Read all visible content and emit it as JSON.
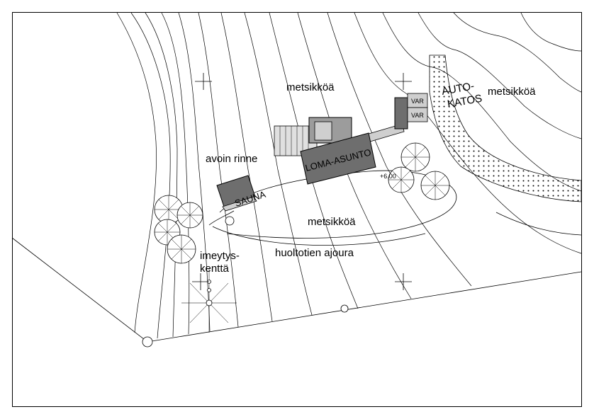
{
  "labels": {
    "forest_top": "metsikköä",
    "forest_right": "metsikköä",
    "forest_center": "metsikköä",
    "carport_line1": "AUTO-",
    "carport_line2": "KATOS",
    "open_slope": "avoin rinne",
    "cottage": "LOMA-ASUNTO",
    "sauna": "SAUNA",
    "infiltration_line1": "imeytys-",
    "infiltration_line2": "kenttä",
    "service_road": "huoltotien ajoura",
    "level_mark": "+6.00",
    "storage_1": "VAR",
    "storage_2": "VAR"
  },
  "colors": {
    "building_dark": "#6e6e6e",
    "building_mid": "#9c9c9c",
    "building_light": "#cfcfcf",
    "line": "#000000",
    "background": "#ffffff"
  }
}
